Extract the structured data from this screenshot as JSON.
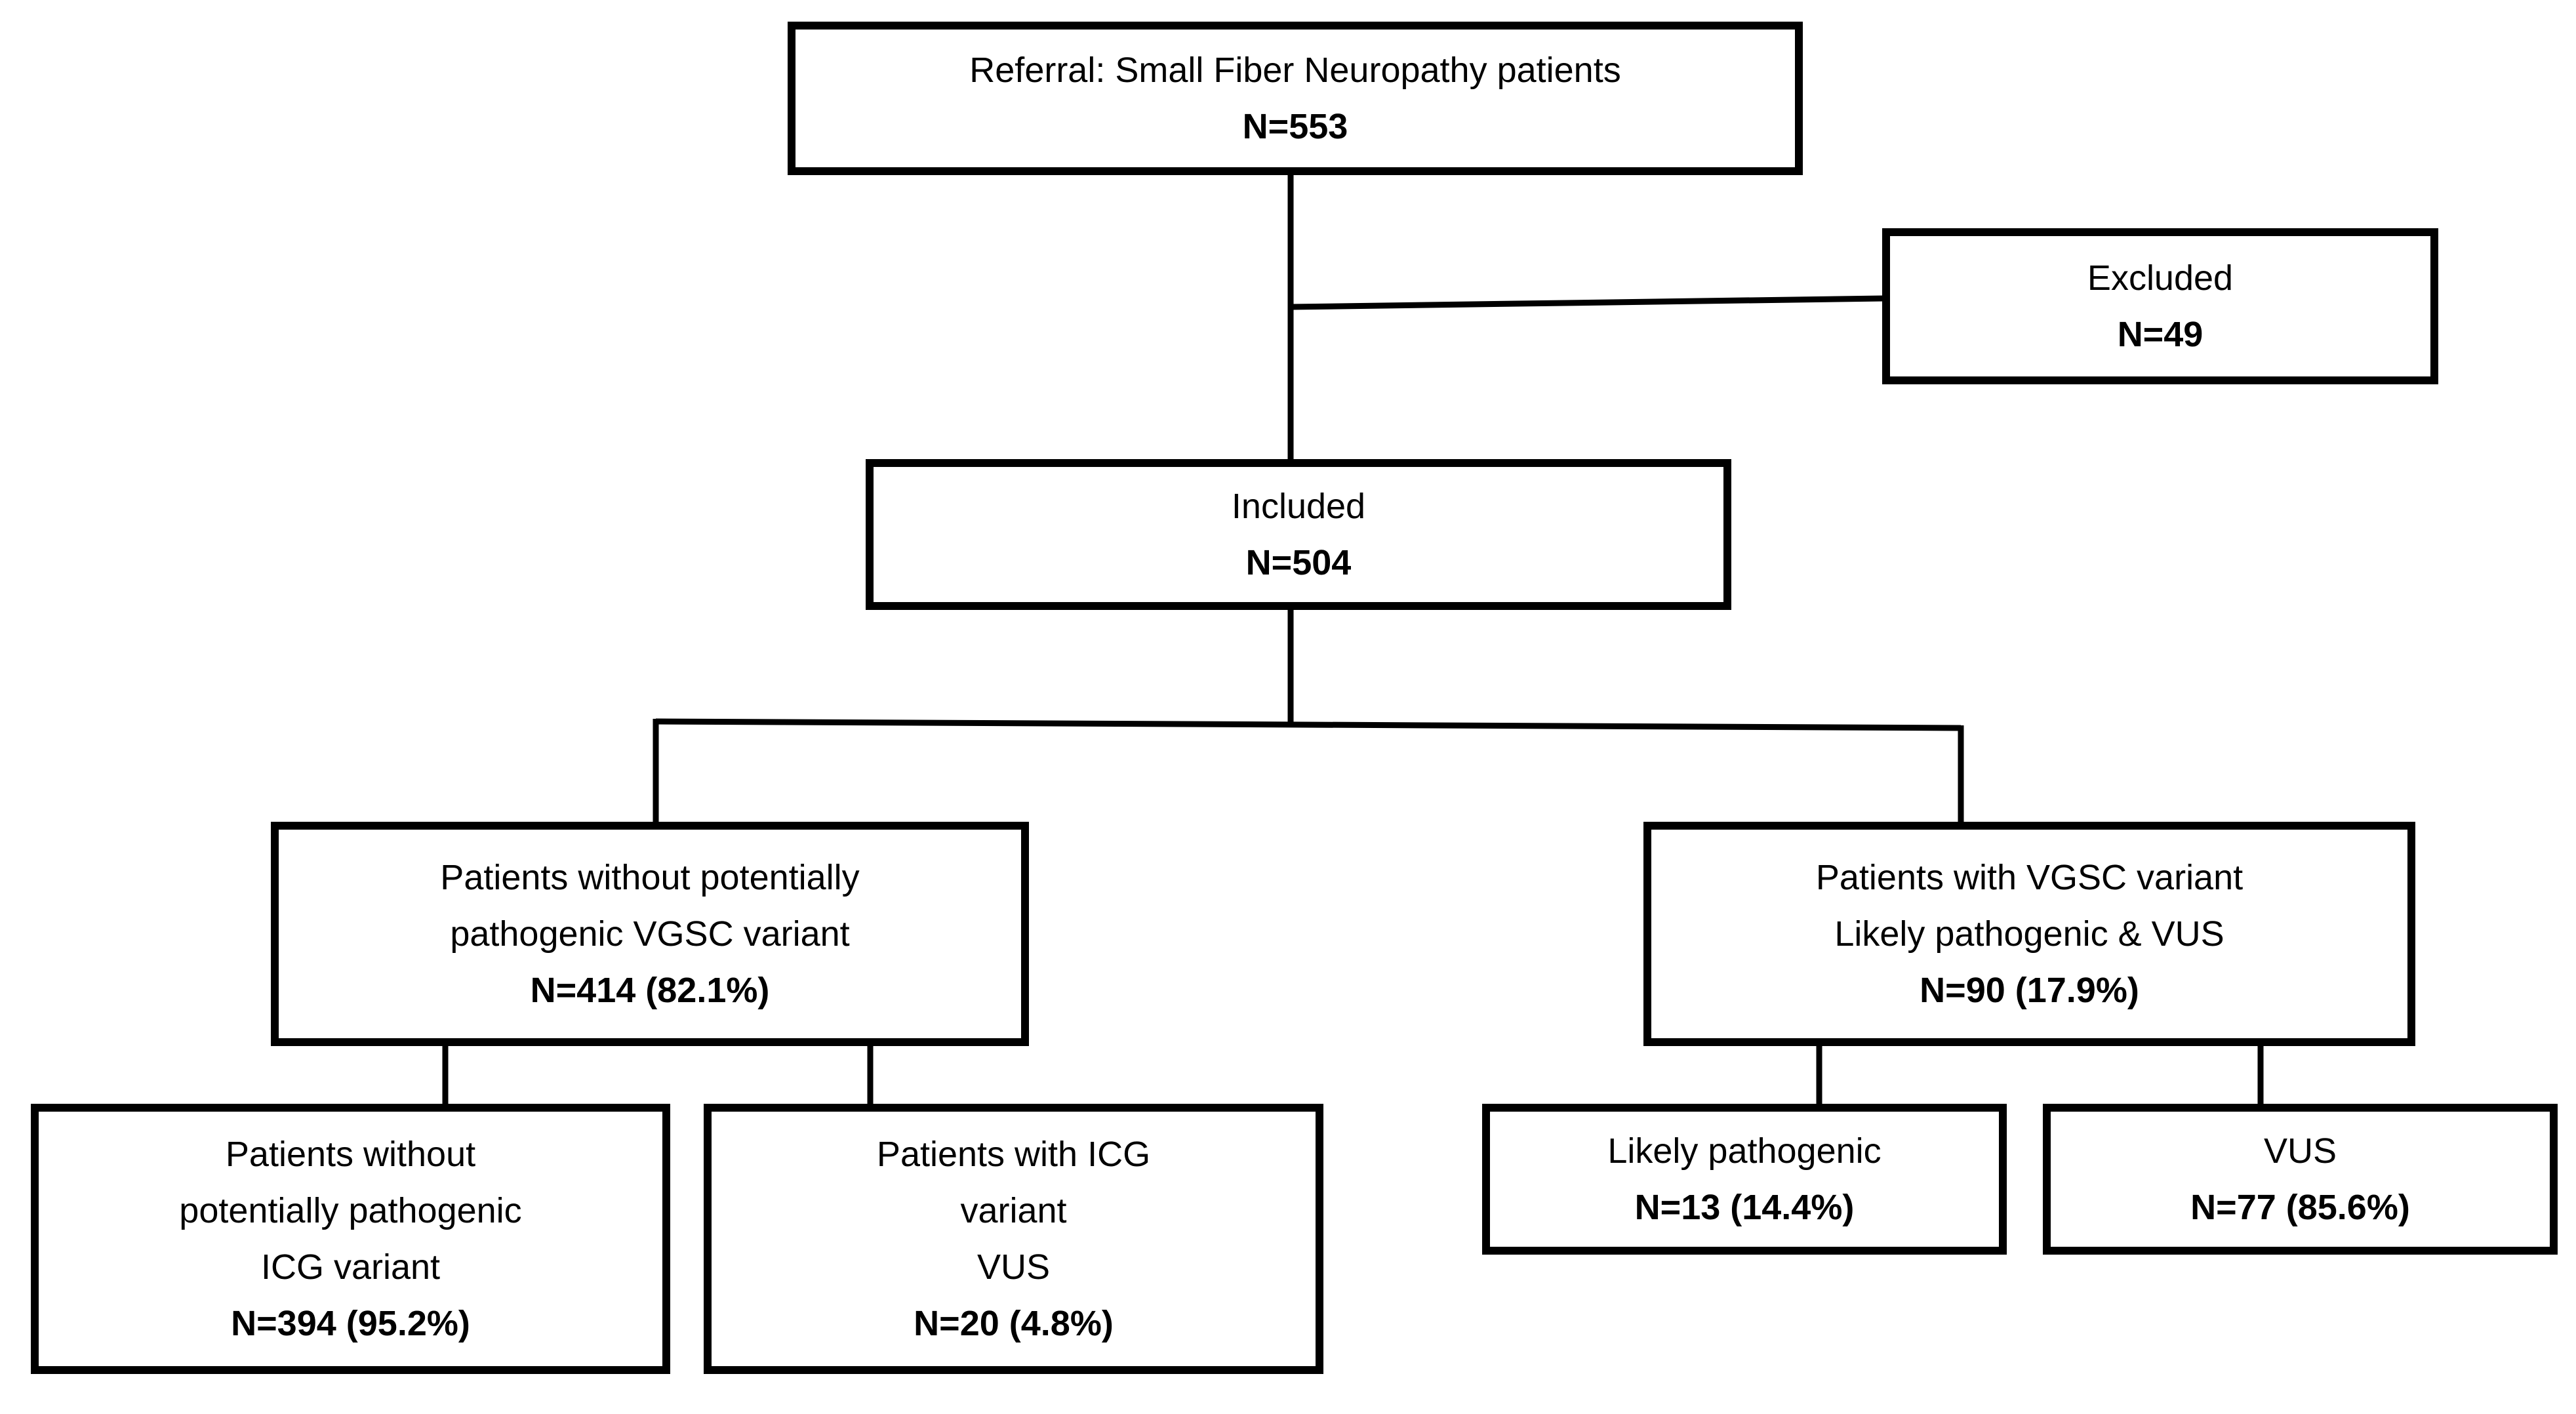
{
  "diagram": {
    "boxes": {
      "referral": {
        "line1": "Referral: Small Fiber Neuropathy patients",
        "n": "N=553"
      },
      "excluded": {
        "line1": "Excluded",
        "n": "N=49"
      },
      "included": {
        "line1": "Included",
        "n": "N=504"
      },
      "without_vgsc": {
        "line1": "Patients without potentially",
        "line2": "pathogenic VGSC variant",
        "n": "N=414 (82.1%)"
      },
      "with_vgsc": {
        "line1": "Patients with VGSC variant",
        "line2": "Likely pathogenic & VUS",
        "n": "N=90 (17.9%)"
      },
      "without_icg": {
        "line1": "Patients without",
        "line2": "potentially pathogenic",
        "line3": "ICG variant",
        "n": "N=394 (95.2%)"
      },
      "with_icg": {
        "line1": "Patients with ICG",
        "line2": "variant",
        "line3": "VUS",
        "n": "N=20 (4.8%)"
      },
      "likely_pathogenic": {
        "line1": "Likely pathogenic",
        "n": "N=13 (14.4%)"
      },
      "vus": {
        "line1": "VUS",
        "n": "N=77 (85.6%)"
      }
    },
    "colors": {
      "background": "#ffffff",
      "box_fill": "#ffffff",
      "box_border": "#000000",
      "text": "#000000",
      "connector": "#000000"
    }
  }
}
